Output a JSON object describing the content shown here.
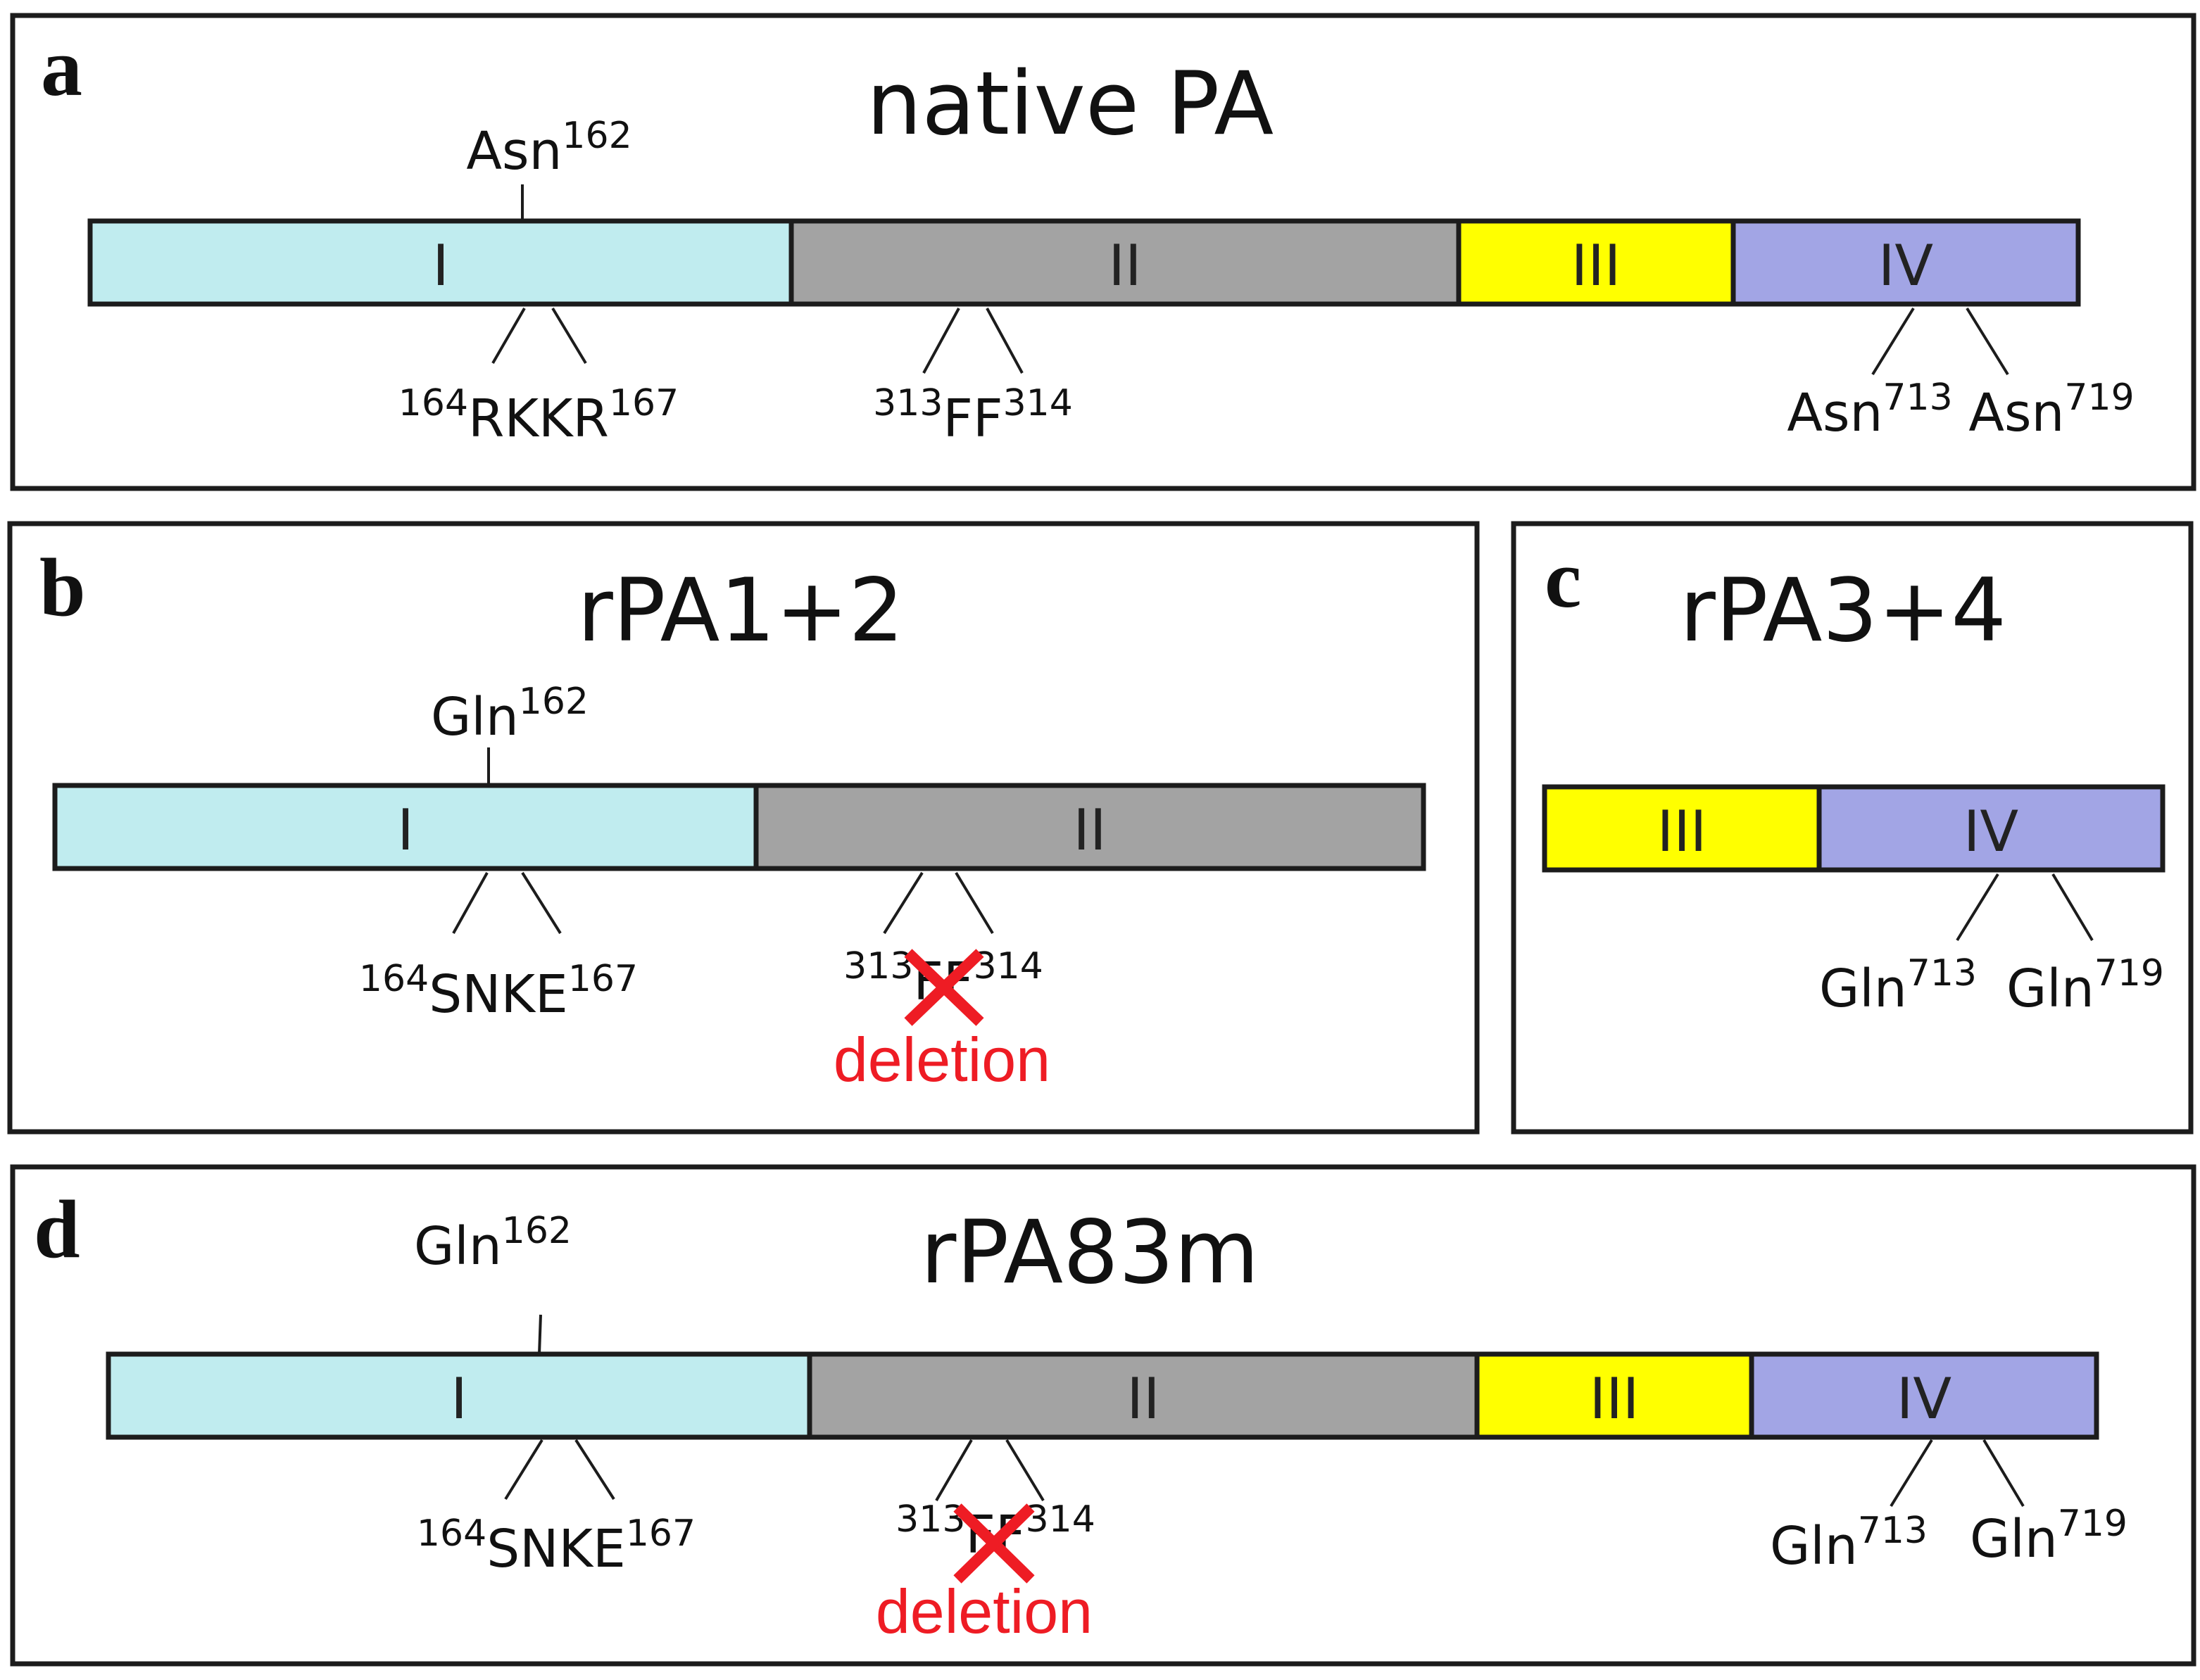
{
  "colors": {
    "domain_I": "#c0ecef",
    "domain_II": "#a3a3a3",
    "domain_III": "#ffff00",
    "domain_IV": "#a2a5e5",
    "deletion": "#ee1c24"
  },
  "panels": {
    "a": {
      "letter": "a",
      "title": "native PA",
      "domains": [
        "I",
        "II",
        "III",
        "IV"
      ],
      "top_site": {
        "name": "Asn",
        "sup": "162"
      },
      "furin_site": {
        "pre": "164",
        "text": "RKKR",
        "post": "167"
      },
      "ff_site": {
        "pre": "313",
        "text": "FF",
        "post": "314"
      },
      "site_713": {
        "name": "Asn",
        "sup": "713"
      },
      "site_719": {
        "name": "Asn",
        "sup": "719"
      }
    },
    "b": {
      "letter": "b",
      "title": "rPA1+2",
      "domains": [
        "I",
        "II"
      ],
      "top_site": {
        "name": "Gln",
        "sup": "162"
      },
      "furin_site": {
        "pre": "164",
        "text": "SNKE",
        "post": "167"
      },
      "ff_site": {
        "pre": "313",
        "text": "FF",
        "post": "314"
      },
      "deletion_label": "deletion"
    },
    "c": {
      "letter": "c",
      "title": "rPA3+4",
      "domains": [
        "III",
        "IV"
      ],
      "site_713": {
        "name": "Gln",
        "sup": "713"
      },
      "site_719": {
        "name": "Gln",
        "sup": "719"
      }
    },
    "d": {
      "letter": "d",
      "title": "rPA83m",
      "domains": [
        "I",
        "II",
        "III",
        "IV"
      ],
      "top_site": {
        "name": "Gln",
        "sup": "162"
      },
      "furin_site": {
        "pre": "164",
        "text": "SNKE",
        "post": "167"
      },
      "ff_site": {
        "pre": "313",
        "text": "FF",
        "post": "314"
      },
      "deletion_label": "deletion",
      "site_713": {
        "name": "Gln",
        "sup": "713"
      },
      "site_719": {
        "name": "Gln",
        "sup": "719"
      }
    }
  }
}
